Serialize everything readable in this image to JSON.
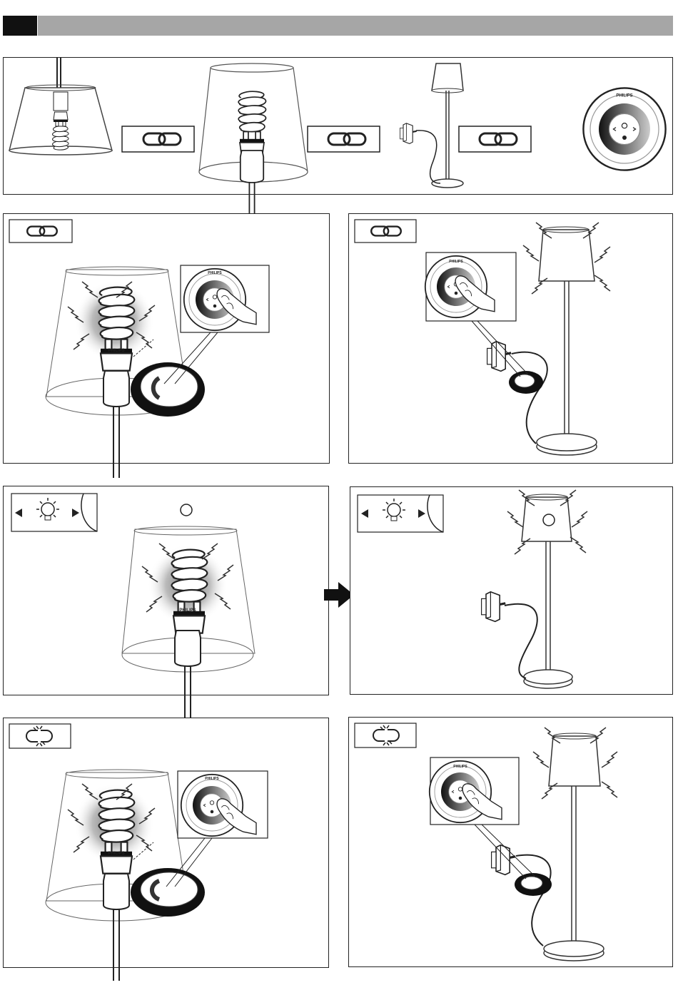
{
  "header": {
    "page_marker_color": "#111111",
    "bar_color": "#a6a6a6"
  },
  "brand": {
    "name": "PHILIPS"
  },
  "icons": {
    "link": "chain-link-icon",
    "unlink": "broken-chain-icon",
    "bulb": "light-bulb-icon",
    "arrow_left": "triangle-left-icon",
    "arrow_right": "triangle-right-icon",
    "next": "arrow-right-icon"
  },
  "steps": [
    {
      "id": "overview",
      "description_icon": "chain-link-icon"
    },
    {
      "id": "link-bulb",
      "description_icon": "chain-link-icon"
    },
    {
      "id": "link-floor-lamp",
      "description_icon": "chain-link-icon"
    },
    {
      "id": "select-bulb",
      "description_icon": "light-bulb-icon"
    },
    {
      "id": "select-floor-lamp",
      "description_icon": "light-bulb-icon"
    },
    {
      "id": "unlink-bulb",
      "description_icon": "broken-chain-icon"
    },
    {
      "id": "unlink-floor-lamp",
      "description_icon": "broken-chain-icon"
    }
  ]
}
